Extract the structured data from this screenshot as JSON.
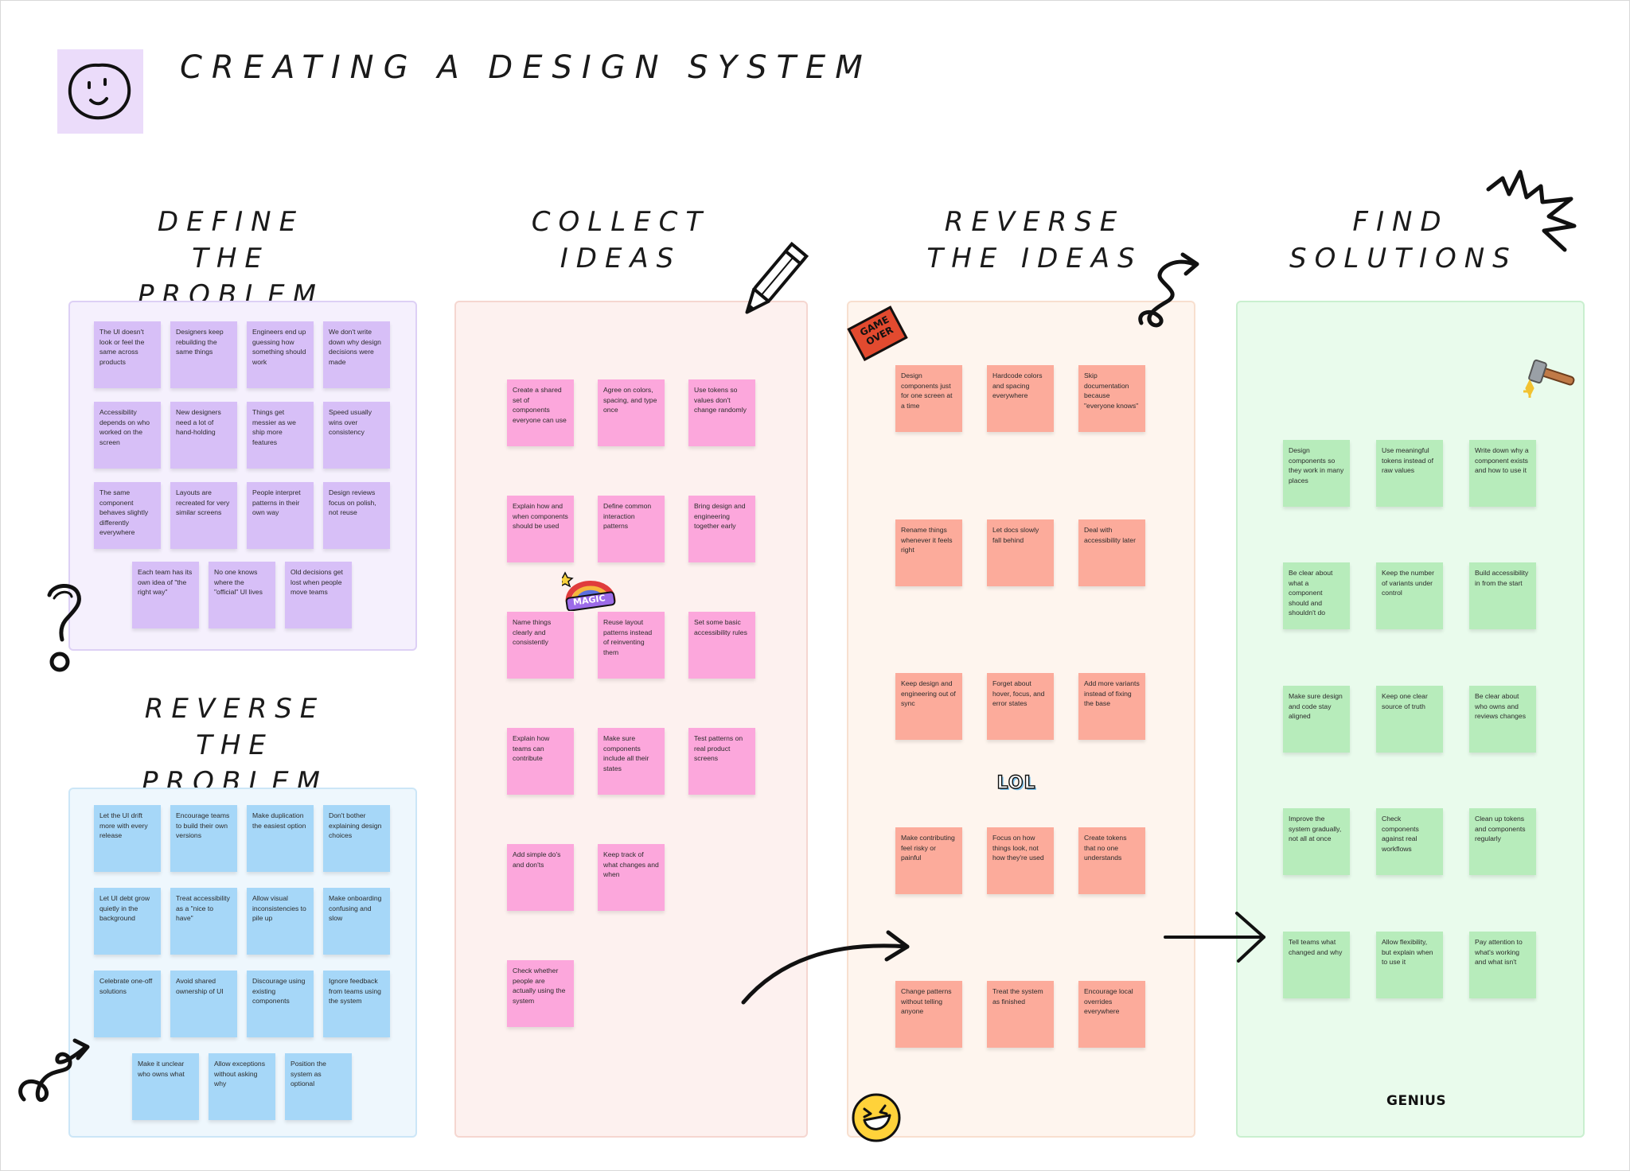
{
  "board": {
    "title": "CREATING A DESIGN SYSTEM",
    "sections": {
      "define": [
        "DEFINE",
        "THE PROBLEM"
      ],
      "reverse_problem": [
        "REVERSE",
        "THE PROBLEM"
      ],
      "collect": [
        "COLLECT",
        "IDEAS"
      ],
      "reverse_ideas": [
        "REVERSE",
        "THE IDEAS"
      ],
      "find": [
        "FIND",
        "SOLUTIONS"
      ]
    }
  },
  "stickers": {
    "game_over": "GAME OVER",
    "magic": "MAGIC",
    "lol": "LOL",
    "genius": "GENIUS"
  },
  "notes": {
    "define": [
      "The UI doesn't look or feel the same across products",
      "Designers keep rebuilding the same things",
      "Engineers end up guessing how something should work",
      "We don't write down why design decisions were made",
      "Accessibility depends on who worked on the screen",
      "New designers need a lot of hand-holding",
      "Things get messier as we ship more features",
      "Speed usually wins over consistency",
      "The same component behaves slightly differently everywhere",
      "Layouts are recreated for very similar screens",
      "People interpret patterns in their own way",
      "Design reviews focus on polish, not reuse",
      "Each team has its own idea of \"the right way\"",
      "No one knows where the \"official\" UI lives",
      "Old decisions get lost when people move teams"
    ],
    "reverse_problem": [
      "Let the UI drift more with every release",
      "Encourage teams to build their own versions",
      "Make duplication the easiest option",
      "Don't bother explaining design choices",
      "Let UI debt grow quietly in the background",
      "Treat accessibility as a \"nice to have\"",
      "Allow visual inconsistencies to pile up",
      "Make onboarding confusing and slow",
      "Celebrate one-off solutions",
      "Avoid shared ownership of UI",
      "Discourage using existing components",
      "Ignore feedback from teams using the system",
      "Make it unclear who owns what",
      "Allow exceptions without asking why",
      "Position the system as optional"
    ],
    "collect": [
      "Create a shared set of components everyone can use",
      "Agree on colors, spacing, and type once",
      "Use tokens so values don't change randomly",
      "Explain how and when components should be used",
      "Define common interaction patterns",
      "Bring design and engineering together early",
      "Name things clearly and consistently",
      "Reuse layout patterns instead of reinventing them",
      "Set some basic accessibility rules",
      "Explain how teams can contribute",
      "Make sure components include all their states",
      "Test patterns on real product screens",
      "Add simple do's and don'ts",
      "Keep track of what changes and when",
      "Check whether people are actually using the system"
    ],
    "reverse_ideas": [
      "Design components just for one screen at a time",
      "Hardcode colors and spacing everywhere",
      "Skip documentation because \"everyone knows\"",
      "Rename things whenever it feels right",
      "Let docs slowly fall behind",
      "Deal with accessibility later",
      "Keep design and engineering out of sync",
      "Forget about hover, focus, and error states",
      "Add more variants instead of fixing the base",
      "Make contributing feel risky or painful",
      "Focus on how things look, not how they're used",
      "Create tokens that no one understands",
      "Change patterns without telling anyone",
      "Treat the system as finished",
      "Encourage local overrides everywhere"
    ],
    "find": [
      "Design components so they work in many places",
      "Use meaningful tokens instead of raw values",
      "Write down why a component exists and how to use it",
      "Be clear about what a component should and shouldn't do",
      "Keep the number of variants under control",
      "Build accessibility in from the start",
      "Make sure design and code stay aligned",
      "Keep one clear source of truth",
      "Be clear about who owns and reviews changes",
      "Improve the system gradually, not all at once",
      "Check components against real workflows",
      "Clean up tokens and components regularly",
      "Tell teams what changed and why",
      "Allow flexibility, but explain when to use it",
      "Pay attention to what's working and what isn't"
    ]
  },
  "colors": {
    "purple_note": "#d7bff7",
    "blue_note": "#a6d7f8",
    "pink_note": "#fca7dc",
    "salmon_note": "#fcab9b",
    "green_note": "#b7ecbb"
  }
}
